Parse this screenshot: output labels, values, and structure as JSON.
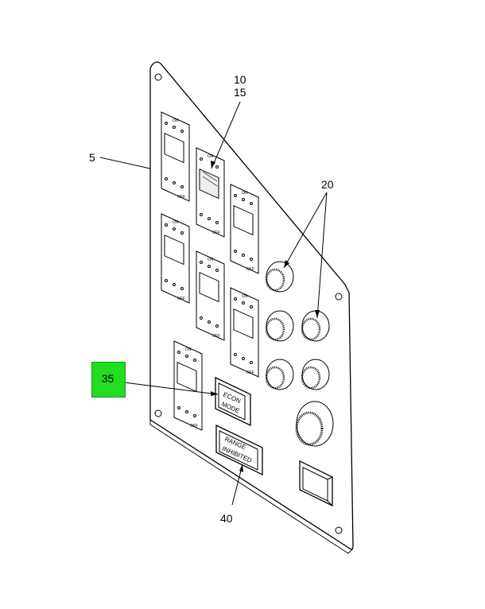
{
  "callouts": {
    "c5": "5",
    "c10": "10",
    "c15": "15",
    "c20": "20",
    "c35": "35",
    "c40": "40"
  },
  "buttons": {
    "econ_line1": "ECON",
    "econ_line2": "MODE",
    "range_line1": "RANGE",
    "range_line2": "INHIBITED"
  },
  "switch_text": {
    "on": "ON",
    "off": "OFF"
  },
  "colors": {
    "highlight": "#22dd22"
  }
}
